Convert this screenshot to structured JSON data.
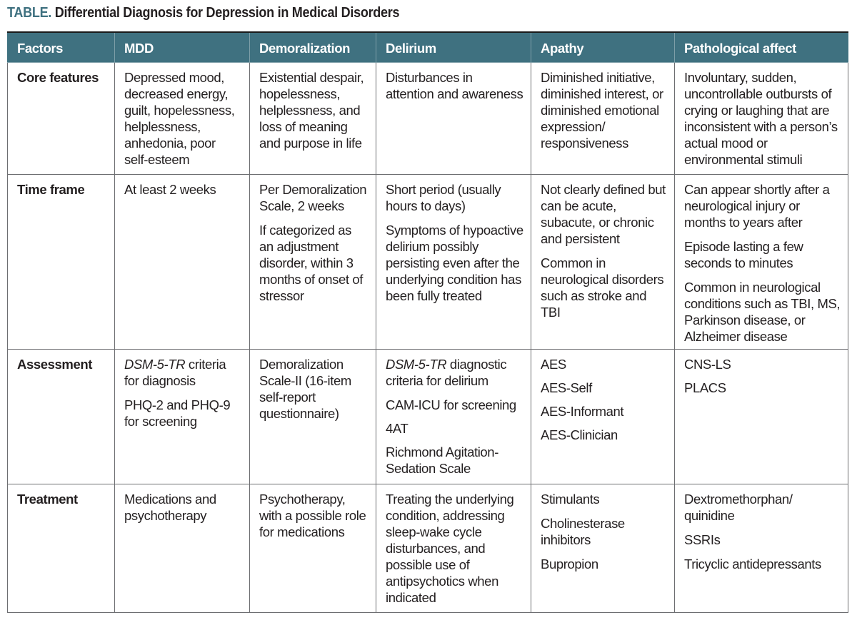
{
  "title": {
    "lead": "TABLE.",
    "text": "Differential Diagnosis for Depression in Medical Disorders"
  },
  "colors": {
    "header_bg": "#3f7180",
    "title_lead": "#3f7180",
    "text": "#231f20"
  },
  "table": {
    "headers": [
      "Factors",
      "MDD",
      "Demoralization",
      "Delirium",
      "Apathy",
      "Pathological affect"
    ],
    "rows": [
      {
        "factor": "Core features",
        "cells": [
          [
            "Depressed mood, decreased energy, guilt, hopelessness, helplessness, anhedonia, poor self-esteem"
          ],
          [
            "Existential despair, hopelessness, helplessness, and loss of meaning and purpose in life"
          ],
          [
            "Disturbances in attention and awareness"
          ],
          [
            "Diminished initiative, diminished interest, or diminished emotional expression/ responsiveness"
          ],
          [
            "Involuntary, sudden, uncontrollable outbursts of crying or laughing that are inconsistent with a person’s actual mood or environmental stimuli"
          ]
        ]
      },
      {
        "factor": "Time frame",
        "cells": [
          [
            "At least 2 weeks"
          ],
          [
            "Per Demoralization Scale, 2 weeks",
            "If categorized as an adjustment disorder, within 3 months of onset of stressor"
          ],
          [
            "Short period (usually hours to days)",
            "Symptoms of hypoactive delirium possibly persisting even after the underlying condition has been fully treated"
          ],
          [
            "Not clearly defined but can be acute, subacute, or chronic and persistent",
            "Common in neurological disorders such as stroke and TBI"
          ],
          [
            "Can appear shortly after a neurological injury or months to years after",
            "Episode lasting a few seconds to minutes",
            "Common in neurological conditions such as TBI, MS, Parkinson disease, or Alzheimer disease"
          ]
        ]
      },
      {
        "factor": "Assessment",
        "cells": [
          [
            "DSM-5-TR criteria for diagnosis",
            "PHQ-2 and PHQ-9 for screening"
          ],
          [
            "Demoralization Scale-II (16-item self-report questionnaire)"
          ],
          [
            "DSM-5-TR diagnostic criteria for delirium",
            "CAM-ICU for screening",
            "4AT",
            "Richmond Agitation-Sedation Scale"
          ],
          [
            "AES",
            "AES-Self",
            "AES-Informant",
            "AES-Clinician"
          ],
          [
            "CNS-LS",
            "PLACS"
          ]
        ]
      },
      {
        "factor": "Treatment",
        "cells": [
          [
            "Medications and psychotherapy"
          ],
          [
            "Psychotherapy, with a possible role for medications"
          ],
          [
            "Treating the underlying condition, addressing sleep-wake cycle disturbances, and possible use of antipsychotics when indicated"
          ],
          [
            "Stimulants",
            "Cholinesterase inhibitors",
            "Bupropion"
          ],
          [
            "Dextromethorphan/ quinidine",
            "SSRIs",
            "Tricyclic antidepressants"
          ]
        ]
      }
    ]
  }
}
